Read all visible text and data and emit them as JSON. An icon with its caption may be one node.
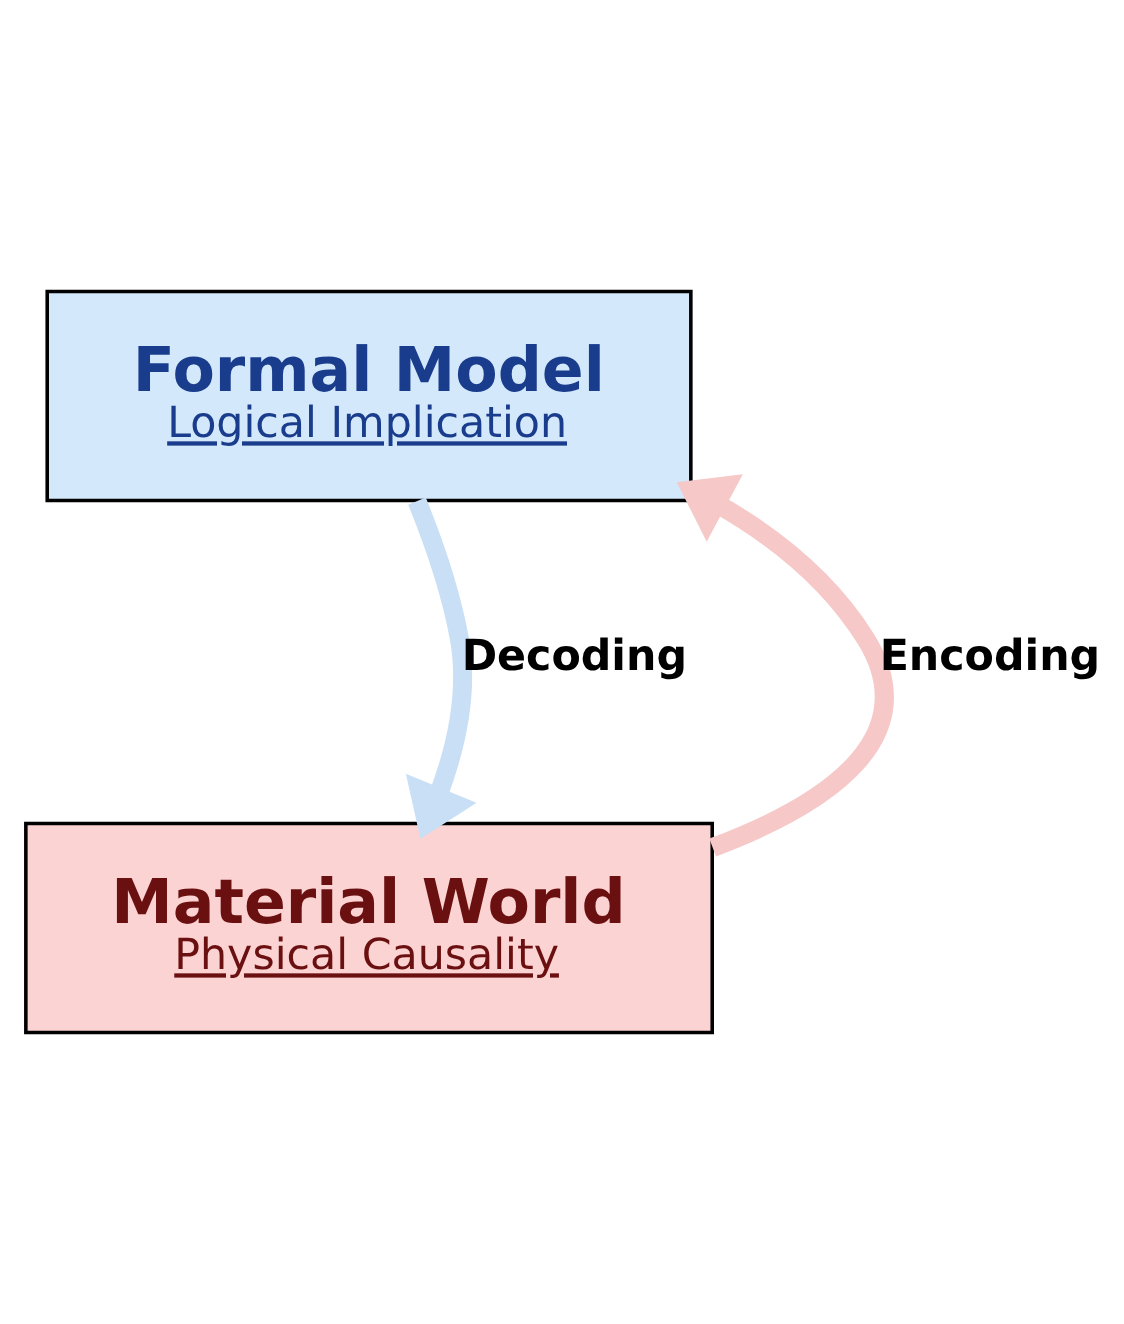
{
  "diagram": {
    "nodes": [
      {
        "text": [
          "Formal Model",
          "Logical Implication"
        ]
      },
      {
        "text": [
          "Material World",
          "Physical Causality"
        ]
      }
    ],
    "edges": [
      {
        "from": 1,
        "to": 0,
        "arrow": "to",
        "label": "Encoding",
        "color": "#f6c8c8"
      },
      {
        "from": 0,
        "to": 1,
        "arrow": "to",
        "label": "Decoding",
        "color": "#c8dff6"
      }
    ]
  }
}
